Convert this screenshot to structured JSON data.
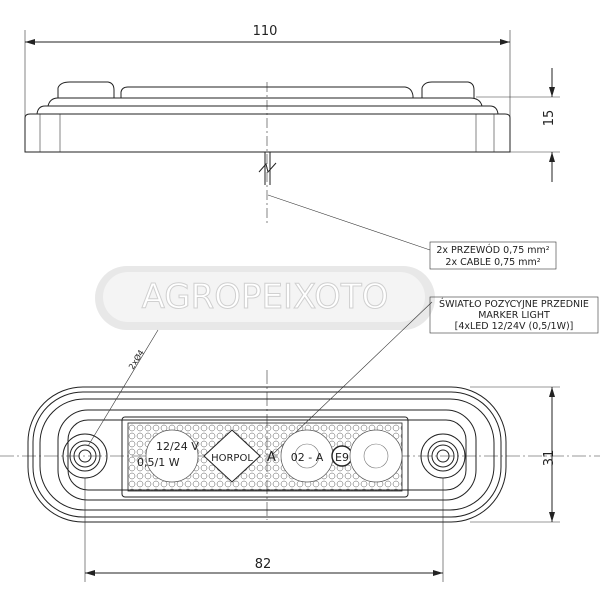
{
  "dimensions": {
    "width": "110",
    "height": "15",
    "hole_spacing": "82",
    "front_height": "31",
    "hole": "2xØ4"
  },
  "watermark": "AGROPEIXOTO",
  "callout_cable": {
    "line1": "2x PRZEWÓD 0,75 mm²",
    "line2": "2x CABLE 0,75 mm²"
  },
  "callout_light": {
    "line1": "ŚWIATŁO POZYCYJNE PRZEDNIE",
    "line2": "MARKER LIGHT",
    "line3": "[4xLED 12/24V (0,5/1W)]"
  },
  "lens_markings": {
    "voltage": "12/24 V",
    "power": "0,5/1 W",
    "brand": "HORPOL",
    "symbol": "A",
    "approval": "02 - A",
    "emark": "E9"
  },
  "colors": {
    "line": "#222222",
    "watermark": "#c8c8c8"
  }
}
